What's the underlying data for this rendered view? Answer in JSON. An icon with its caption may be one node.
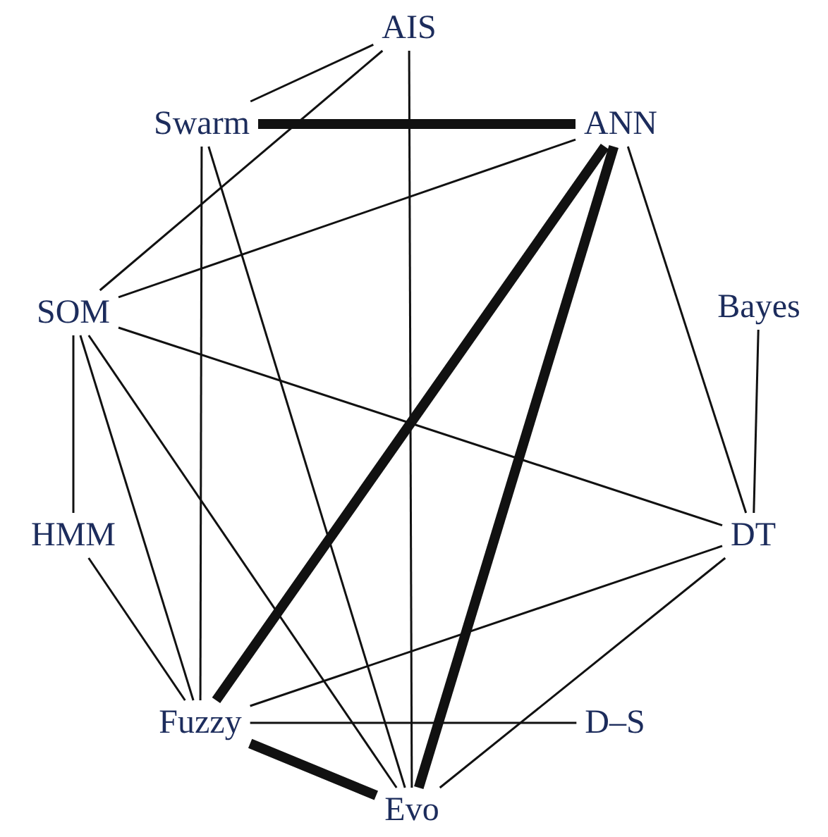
{
  "diagram": {
    "nodes": [
      {
        "text": [
          "AIS"
        ]
      },
      {
        "text": [
          "Swarm"
        ]
      },
      {
        "text": [
          "ANN"
        ]
      },
      {
        "text": [
          "SOM"
        ]
      },
      {
        "text": [
          "Bayes"
        ]
      },
      {
        "text": [
          "HMM"
        ]
      },
      {
        "text": [
          "DT"
        ]
      },
      {
        "text": [
          "Fuzzy"
        ]
      },
      {
        "text": [
          "D–S"
        ]
      },
      {
        "text": [
          "Evo"
        ]
      }
    ],
    "edges": [
      {
        "from": 0,
        "to": 1,
        "arrow": "none"
      },
      {
        "from": 0,
        "to": 3,
        "arrow": "none"
      },
      {
        "from": 0,
        "to": 9,
        "arrow": "none"
      },
      {
        "from": 1,
        "to": 2,
        "arrow": "none",
        "style": "thick"
      },
      {
        "from": 1,
        "to": 7,
        "arrow": "none"
      },
      {
        "from": 1,
        "to": 9,
        "arrow": "none"
      },
      {
        "from": 2,
        "to": 3,
        "arrow": "none"
      },
      {
        "from": 2,
        "to": 7,
        "arrow": "none",
        "style": "thick"
      },
      {
        "from": 2,
        "to": 9,
        "arrow": "none",
        "style": "thick"
      },
      {
        "from": 2,
        "to": 6,
        "arrow": "none"
      },
      {
        "from": 4,
        "to": 6,
        "arrow": "none"
      },
      {
        "from": 3,
        "to": 5,
        "arrow": "none"
      },
      {
        "from": 3,
        "to": 7,
        "arrow": "none"
      },
      {
        "from": 3,
        "to": 9,
        "arrow": "none"
      },
      {
        "from": 3,
        "to": 6,
        "arrow": "none"
      },
      {
        "from": 5,
        "to": 7,
        "arrow": "none"
      },
      {
        "from": 6,
        "to": 7,
        "arrow": "none"
      },
      {
        "from": 6,
        "to": 9,
        "arrow": "none"
      },
      {
        "from": 7,
        "to": 8,
        "arrow": "none"
      },
      {
        "from": 7,
        "to": 9,
        "arrow": "none",
        "style": "thick"
      }
    ]
  }
}
